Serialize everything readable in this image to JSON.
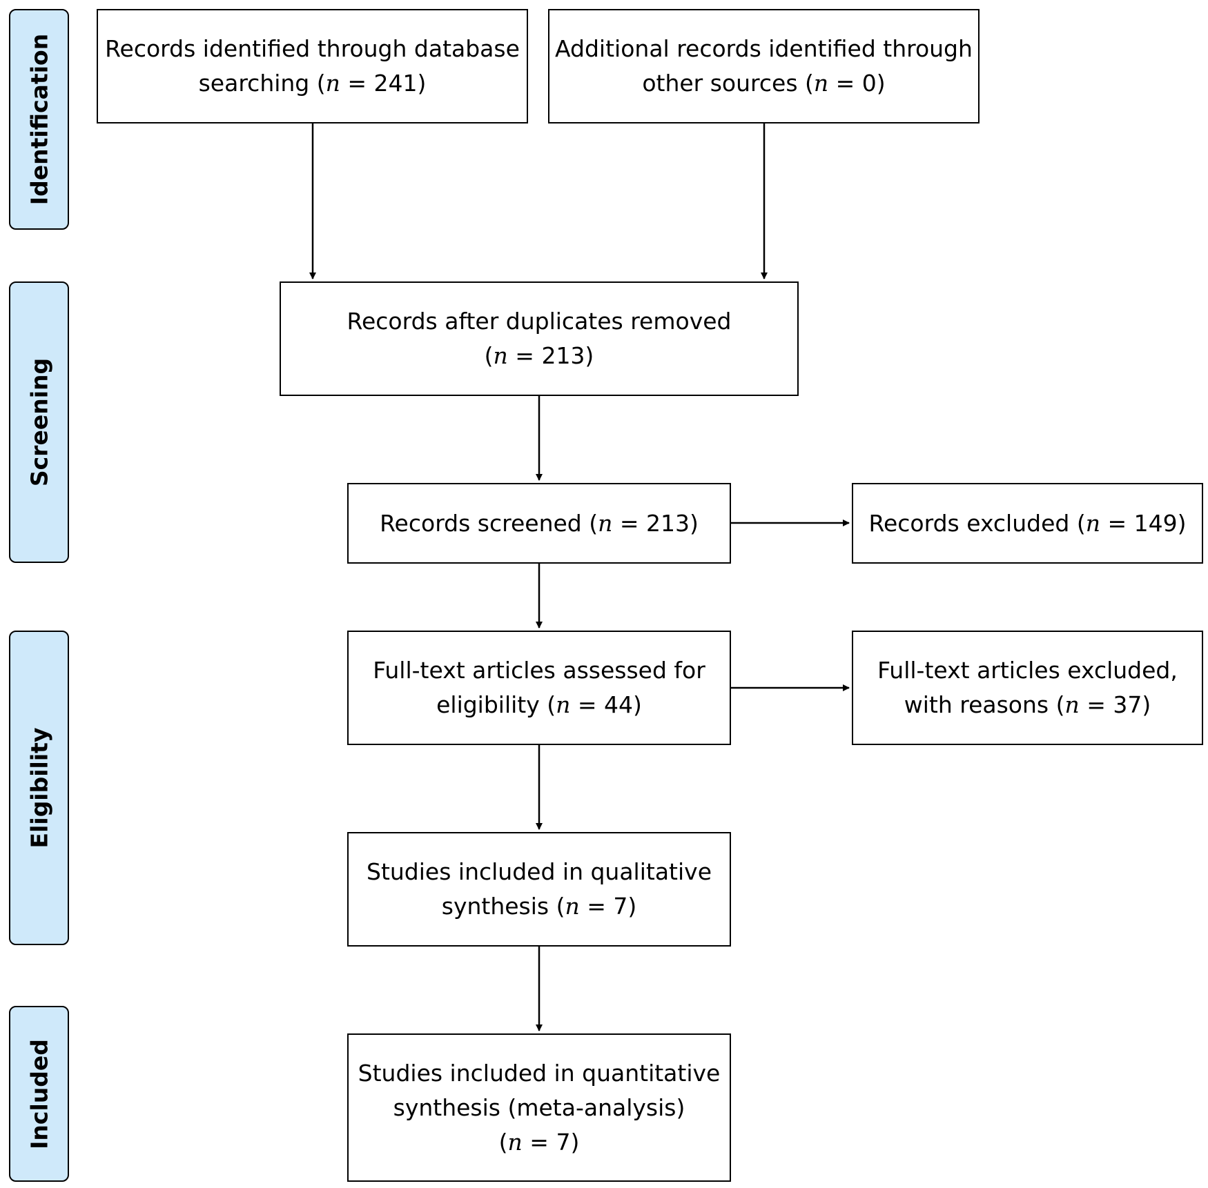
{
  "phases": {
    "identification": "Identification",
    "screening": "Screening",
    "eligibility": "Eligibility",
    "included": "Included"
  },
  "boxes": {
    "database": {
      "line1": "Records identified through database",
      "pre": "searching (",
      "n": "n",
      "post": " =  241)"
    },
    "other": {
      "line1": "Additional records identified through",
      "pre": "other sources (",
      "n": "n",
      "post": " = 0)"
    },
    "duplicates": {
      "line1": "Records after duplicates removed",
      "pre": "(",
      "n": "n",
      "post": " = 213)"
    },
    "screened": {
      "pre": "Records screened (",
      "n": "n",
      "post": " = 213)"
    },
    "excluded": {
      "pre": "Records excluded (",
      "n": "n",
      "post": " = 149)"
    },
    "fulltext": {
      "line1": "Full-text articles assessed for",
      "pre": "eligibility (",
      "n": "n",
      "post": " = 44)"
    },
    "fulltext_excluded": {
      "line1": "Full-text articles excluded,",
      "pre": "with reasons (",
      "n": "n",
      "post": " = 37)"
    },
    "qualitative": {
      "line1": "Studies included in qualitative",
      "pre": "synthesis (",
      "n": "n",
      "post": " = 7)"
    },
    "quantitative": {
      "line1": "Studies included in quantitative",
      "line2": "synthesis (meta-analysis)",
      "pre": "(",
      "n": "n",
      "post": " = 7)"
    }
  },
  "colors": {
    "phase_fill": "#cfe9fa",
    "stroke": "#000000"
  }
}
